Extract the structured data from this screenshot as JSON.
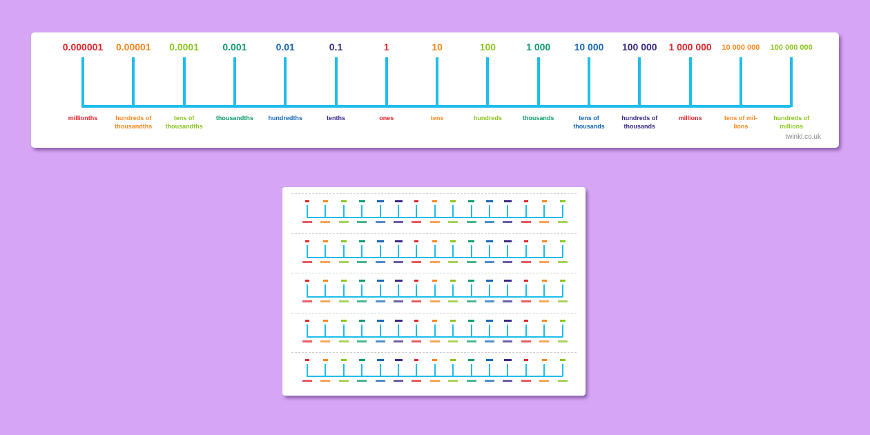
{
  "strip": {
    "values": [
      {
        "text": "0.000001",
        "color": "#e0262b"
      },
      {
        "text": "0.00001",
        "color": "#f7871f"
      },
      {
        "text": "0.0001",
        "color": "#8cc423"
      },
      {
        "text": "0.001",
        "color": "#0f9b6e"
      },
      {
        "text": "0.01",
        "color": "#1868b5"
      },
      {
        "text": "0.1",
        "color": "#3b2a86"
      },
      {
        "text": "1",
        "color": "#e0262b"
      },
      {
        "text": "10",
        "color": "#f7871f"
      },
      {
        "text": "100",
        "color": "#8cc423"
      },
      {
        "text": "1 000",
        "color": "#0f9b6e"
      },
      {
        "text": "10 000",
        "color": "#1868b5"
      },
      {
        "text": "100 000",
        "color": "#3b2a86"
      },
      {
        "text": "1 000 000",
        "color": "#e0262b"
      },
      {
        "text": "10 000 000",
        "color": "#f7871f"
      },
      {
        "text": "100 000 000",
        "color": "#8cc423"
      }
    ],
    "labels": [
      [
        "millionths"
      ],
      [
        "hundreds of",
        "thousandths"
      ],
      [
        "tens of",
        "thousandths"
      ],
      [
        "thousandths"
      ],
      [
        "hundredths"
      ],
      [
        "tenths"
      ],
      [
        "ones"
      ],
      [
        "tens"
      ],
      [
        "hundreds"
      ],
      [
        "thousands"
      ],
      [
        "tens of",
        "thousands"
      ],
      [
        "hundreds of",
        "thousands"
      ],
      [
        "millions"
      ],
      [
        "tens of mil-",
        "lions"
      ],
      [
        "hundreds of",
        "millions"
      ]
    ],
    "brand": "twinkl.co.uk",
    "line_color": "#1ebdea"
  },
  "sheet": {
    "rows": 5
  }
}
